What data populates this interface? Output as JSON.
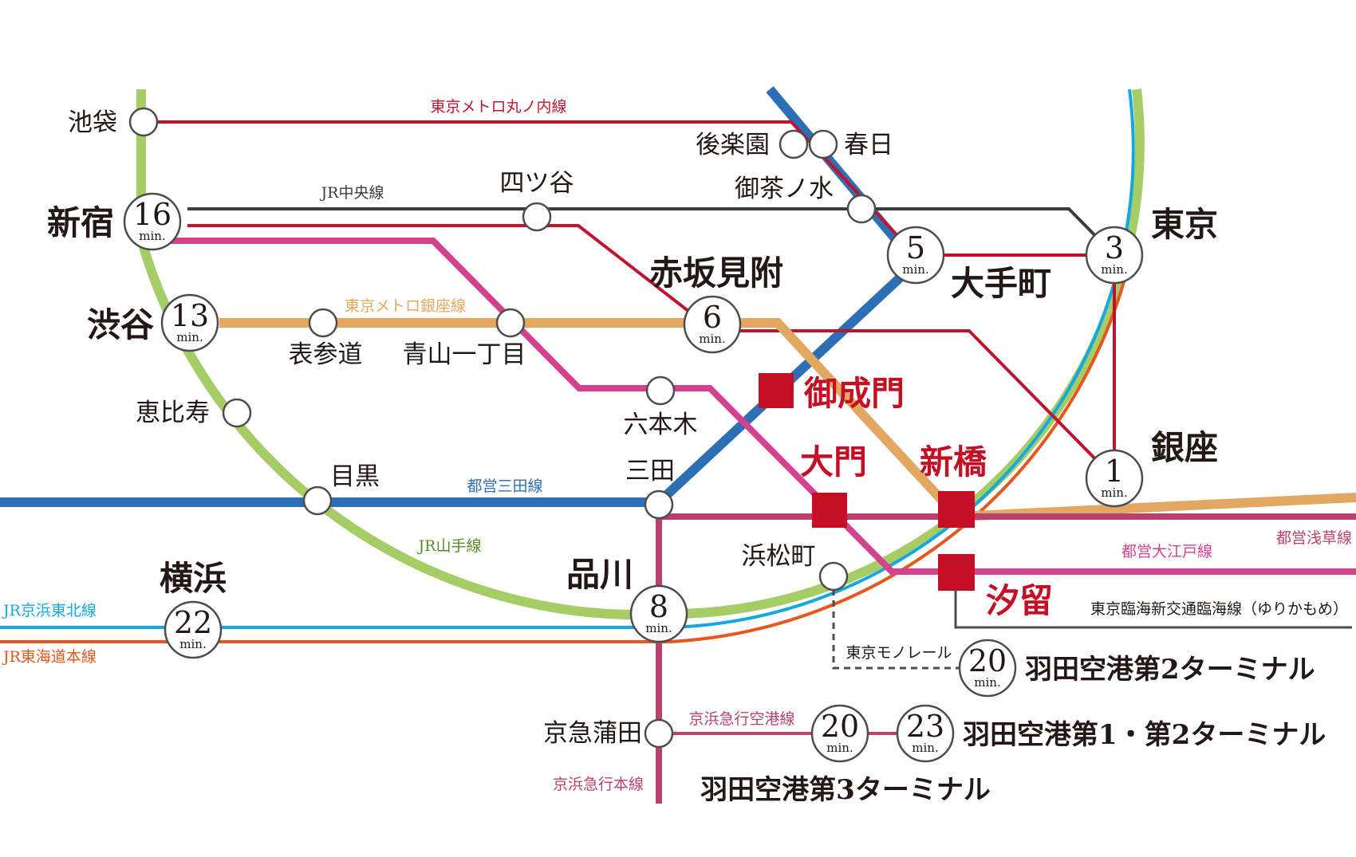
{
  "colors": {
    "yamanote": "#a6cc66",
    "mita": "#2d6fb5",
    "marunouchi": "#c0142e",
    "chuo": "#3c3c3c",
    "ginza": "#e2a862",
    "oedo": "#d6418f",
    "asakusa": "#b8416e",
    "keihintohoku": "#14a8e0",
    "tokaido": "#e5571d",
    "keikyu": "#b8416e",
    "yurikamome": "#4d4d4d",
    "monorail": "#4d4d4d",
    "station_red": "#c40f25"
  },
  "line_labels": {
    "marunouchi": "東京メトロ丸ノ内線",
    "chuo": "JR中央線",
    "ginza": "東京メトロ銀座線",
    "mita": "都営三田線",
    "yamanote": "JR山手線",
    "asakusa": "都営浅草線",
    "oedo": "都営大江戸線",
    "yurikamome": "東京臨海新交通臨海線（ゆりかもめ）",
    "keihintohoku": "JR京浜東北線",
    "tokaido": "JR東海道本線",
    "monorail": "東京モノレール",
    "keikyu_airport": "京浜急行空港線",
    "keikyu_main": "京浜急行本線"
  },
  "stations": {
    "ikebukuro": "池袋",
    "korakuen": "後楽園",
    "kasuga": "春日",
    "shinjuku": "新宿",
    "yotsuya": "四ツ谷",
    "ochanomizu": "御茶ノ水",
    "tokyo": "東京",
    "akasakamitsuke": "赤坂見附",
    "otemachi": "大手町",
    "shibuya": "渋谷",
    "omotesando": "表参道",
    "aoyamaitchome": "青山一丁目",
    "ebisu": "恵比寿",
    "roppongi": "六本木",
    "ginza": "銀座",
    "meguro": "目黒",
    "mita": "三田",
    "hamamatsucho": "浜松町",
    "shinagawa": "品川",
    "yokohama": "横浜",
    "keikyukamata": "京急蒲田"
  },
  "home_stations": {
    "onarimon": "御成門",
    "daimon": "大門",
    "shimbashi": "新橋",
    "shiodome": "汐留"
  },
  "unit": "min.",
  "times": {
    "shinjuku": 16,
    "shibuya": 13,
    "akasakamitsuke": 6,
    "otemachi": 5,
    "tokyo": 3,
    "ginza": 1,
    "shinagawa": 8,
    "yokohama": 22,
    "haneda_t2_monorail": 20,
    "haneda_t3": 20,
    "haneda_t1t2": 23
  },
  "terminals": {
    "t2_monorail": "羽田空港第2ターミナル",
    "t1t2": "羽田空港第1・第2ターミナル",
    "t3": "羽田空港第3ターミナル"
  }
}
